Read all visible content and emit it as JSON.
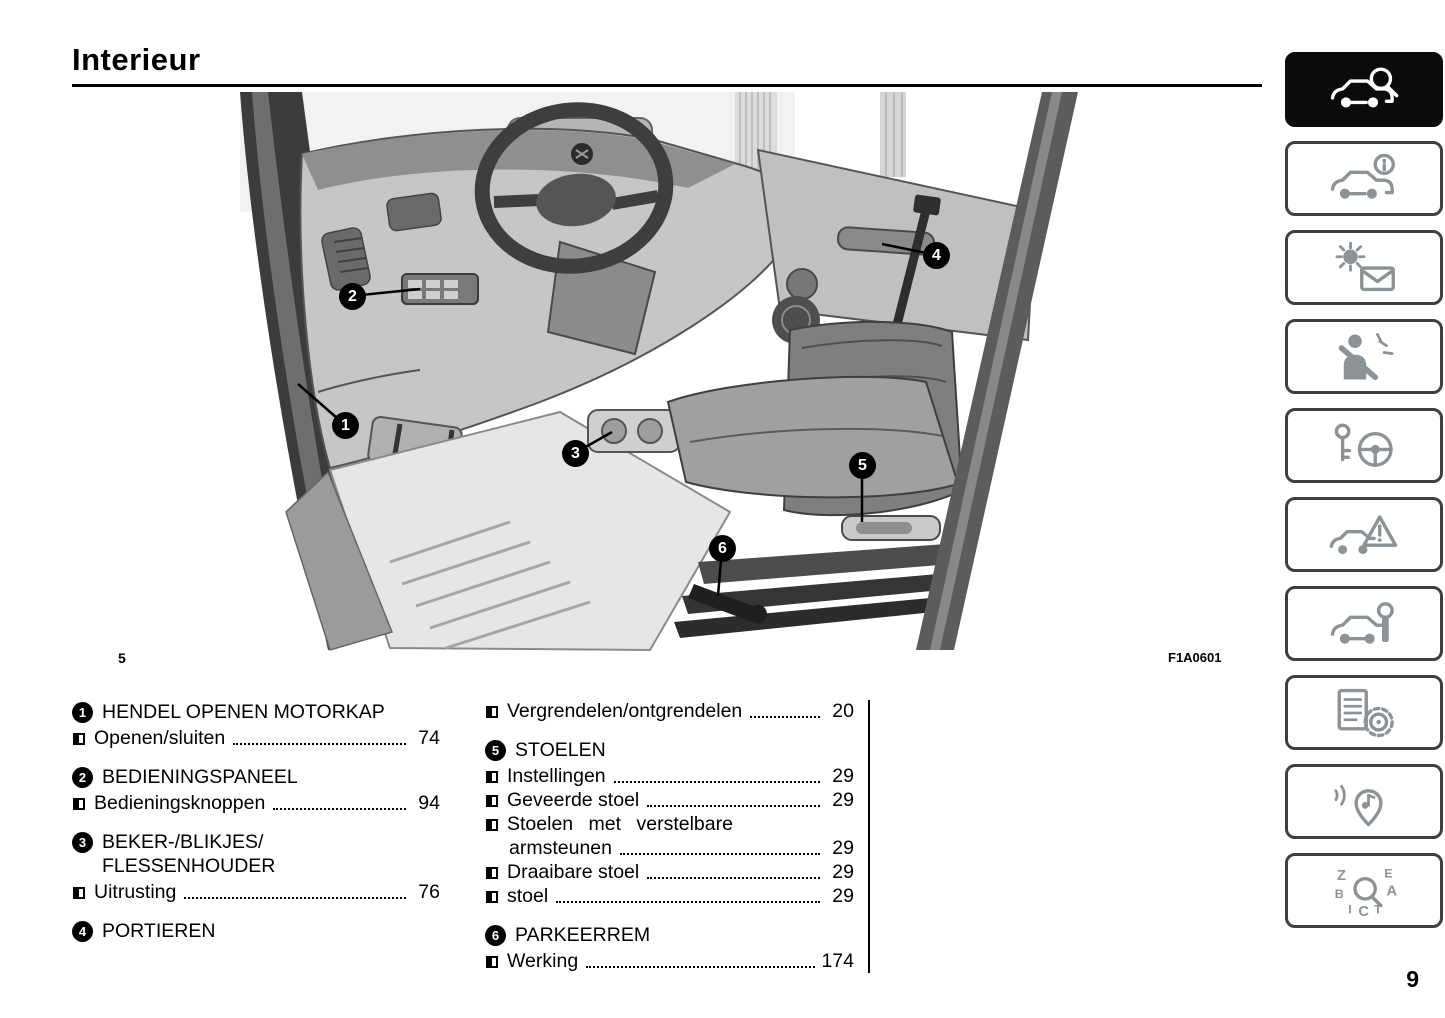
{
  "page": {
    "title": "Interieur",
    "page_number": "9",
    "figure_number": "5",
    "figure_code": "F1A0601"
  },
  "figure": {
    "description": "Line drawing of van cab interior with dashboard, steering wheel, pedals, door panel and seat",
    "callouts": [
      "1",
      "2",
      "3",
      "4",
      "5",
      "6"
    ]
  },
  "index": {
    "left": [
      {
        "type": "header",
        "num": "1",
        "lines": [
          "HENDEL OPENEN MOTORKAP"
        ]
      },
      {
        "type": "entry",
        "label": "Openen/sluiten",
        "page": "74"
      },
      {
        "type": "header",
        "num": "2",
        "lines": [
          "BEDIENINGSPANEEL"
        ]
      },
      {
        "type": "entry",
        "label": "Bedieningsknoppen",
        "page": "94"
      },
      {
        "type": "header",
        "num": "3",
        "lines": [
          "BEKER-/BLIKJES/",
          "FLESSENHOUDER"
        ]
      },
      {
        "type": "entry",
        "label": "Uitrusting",
        "page": "76"
      },
      {
        "type": "header",
        "num": "4",
        "lines": [
          "PORTIEREN"
        ]
      }
    ],
    "right": [
      {
        "type": "entry",
        "label": "Vergrendelen/ontgrendelen",
        "page": "20"
      },
      {
        "type": "header",
        "num": "5",
        "lines": [
          "STOELEN"
        ]
      },
      {
        "type": "entry",
        "label": "Instellingen",
        "page": "29"
      },
      {
        "type": "entry",
        "label": "Geveerde stoel",
        "page": "29"
      },
      {
        "type": "entry_wrap",
        "lines": [
          "Stoelen met verstelbare",
          "armsteunen"
        ],
        "page": "29"
      },
      {
        "type": "entry",
        "label": "Draaibare stoel",
        "page": "29"
      },
      {
        "type": "entry",
        "label": "stoel",
        "page": "29"
      },
      {
        "type": "header",
        "num": "6",
        "lines": [
          "PARKEERREM"
        ]
      },
      {
        "type": "entry",
        "label": "Werking",
        "page": "174"
      }
    ]
  },
  "sidebar": {
    "index_icon_letters": [
      "Z",
      "E",
      "B",
      "A",
      "I",
      "C",
      "T"
    ],
    "tabs": [
      {
        "name": "getting-to-know",
        "icon": "car-magnifier-icon",
        "active": true
      },
      {
        "name": "dashboard-info",
        "icon": "car-info-icon",
        "active": false
      },
      {
        "name": "lights-messages",
        "icon": "bulb-envelope-icon",
        "active": false
      },
      {
        "name": "safety",
        "icon": "seatbelt-person-icon",
        "active": false
      },
      {
        "name": "starting-driving",
        "icon": "key-steering-icon",
        "active": false
      },
      {
        "name": "emergency",
        "icon": "car-warning-triangle-icon",
        "active": false
      },
      {
        "name": "maintenance",
        "icon": "car-wrench-icon",
        "active": false
      },
      {
        "name": "technical-data",
        "icon": "document-gear-icon",
        "active": false
      },
      {
        "name": "multimedia",
        "icon": "multimedia-location-icon",
        "active": false
      },
      {
        "name": "alphabetical-index",
        "icon": "alphabetical-index-icon",
        "active": false
      }
    ]
  },
  "colors": {
    "text": "#000000",
    "tab_border": "#3c4043",
    "tab_icon_gray": "#8d9297",
    "tab_active_bg": "#0b0b0b"
  }
}
